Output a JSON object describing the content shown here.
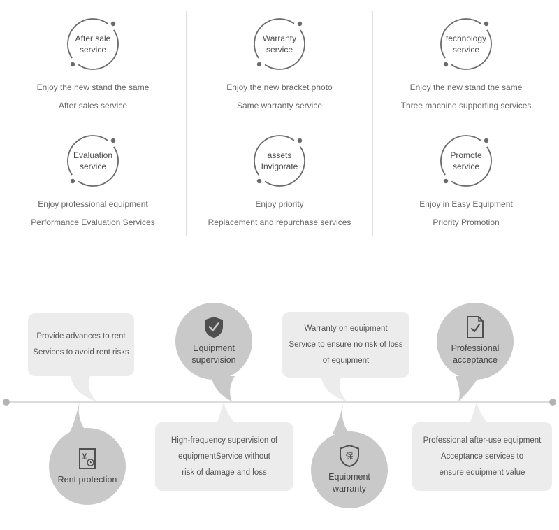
{
  "colors": {
    "badge_arc": "#6a6a6a",
    "divider": "#e0e0e0",
    "node_fill": "#c9c9c9",
    "bubble_fill": "#ececec",
    "timeline_line": "#dcdcdc",
    "timeline_dot": "#b3b3b3",
    "text_primary": "#4a4a4a",
    "text_secondary": "#666666",
    "icon_dark": "#4f4f4f"
  },
  "top_services": {
    "items": [
      {
        "title_lines": [
          "After sale",
          "service"
        ],
        "desc_lines": [
          "Enjoy the new stand the same",
          "After sales service"
        ]
      },
      {
        "title_lines": [
          "Warranty",
          "service"
        ],
        "desc_lines": [
          "Enjoy the new bracket photo",
          "Same warranty service"
        ]
      },
      {
        "title_lines": [
          "technology",
          "service"
        ],
        "desc_lines": [
          "Enjoy the new stand the same",
          "Three machine supporting services"
        ]
      },
      {
        "title_lines": [
          "Evaluation",
          "service"
        ],
        "desc_lines": [
          "Enjoy professional equipment",
          "Performance Evaluation Services"
        ]
      },
      {
        "title_lines": [
          "assets",
          "Invigorate"
        ],
        "desc_lines": [
          "Enjoy priority",
          "Replacement and repurchase services"
        ]
      },
      {
        "title_lines": [
          "Promote",
          "service"
        ],
        "desc_lines": [
          "Enjoy in Easy Equipment",
          "Priority Promotion"
        ]
      }
    ]
  },
  "timeline": {
    "bubbles": [
      {
        "lines": [
          "Provide advances to rent",
          "Services to avoid rent risks"
        ]
      },
      {
        "lines": [
          "Warranty on equipment",
          "Service to ensure no risk of loss",
          "of equipment"
        ]
      },
      {
        "lines": [
          "High-frequency supervision of",
          "equipmentService without",
          "risk of damage and loss"
        ]
      },
      {
        "lines": [
          "Professional after-use equipment",
          "Acceptance services to",
          "ensure equipment value"
        ]
      }
    ],
    "nodes": [
      {
        "icon": "shield-check-icon",
        "label_lines": [
          "Equipment",
          "supervision"
        ]
      },
      {
        "icon": "document-check-icon",
        "label_lines": [
          "Professional",
          "acceptance"
        ]
      },
      {
        "icon": "yen-receipt-icon",
        "icon_char": "¥",
        "label_lines": [
          "Rent protection"
        ]
      },
      {
        "icon": "shield-bao-icon",
        "icon_char": "保",
        "label_lines": [
          "Equipment",
          "warranty"
        ]
      }
    ]
  }
}
